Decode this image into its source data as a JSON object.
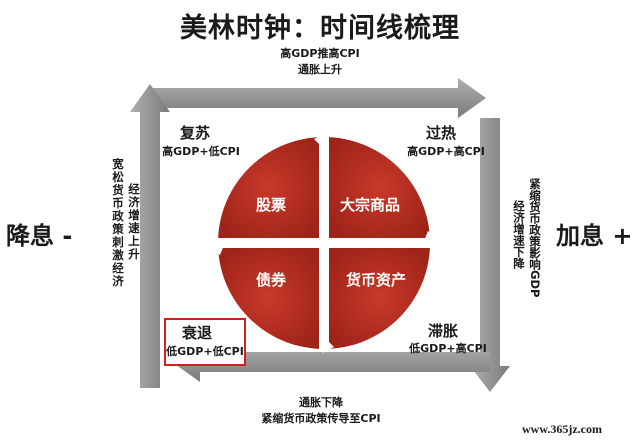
{
  "title": "美林时钟：时间线梳理",
  "top_edge": {
    "line1": "高GDP推高CPI",
    "line2": "通胀上升"
  },
  "bottom_edge": {
    "line1": "通胀下降",
    "line2": "紧缩货币政策传导至CPI"
  },
  "left_edge": {
    "col1": "宽松货币政策刺激经济",
    "col2": "经济增速上升"
  },
  "right_edge": {
    "col1": "紧缩货币政策影响GDP",
    "col2": "经济增速下降"
  },
  "side_labels": {
    "left": "降息 -",
    "right": "加息 +"
  },
  "stages": {
    "recovery": {
      "name": "复苏",
      "cond": "高GDP+低CPI"
    },
    "overheat": {
      "name": "过热",
      "cond": "高GDP+高CPI"
    },
    "stagflation": {
      "name": "滞胀",
      "cond": "低GDP+高CPI"
    },
    "recession": {
      "name": "衰退",
      "cond": "低GDP+低CPI"
    }
  },
  "quadrants": {
    "top_left": "股票",
    "top_right": "大宗商品",
    "bottom_right": "货币资产",
    "bottom_left": "债券"
  },
  "watermark": "www.365jz.com",
  "colors": {
    "quadrant_red": "#b02a1e",
    "arrow_gray": "#8e8e8e",
    "highlight_border": "#d61e1e"
  }
}
